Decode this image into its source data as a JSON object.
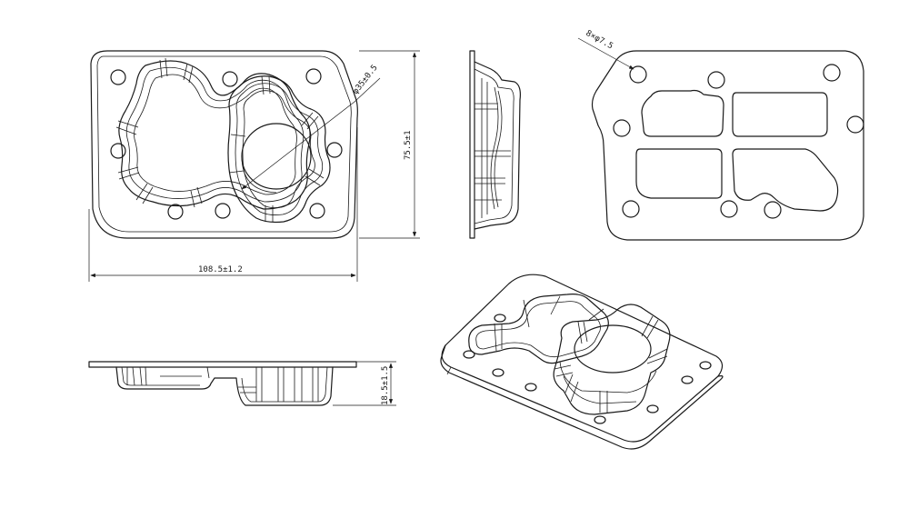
{
  "dimensions": {
    "width": "108.5±1.2",
    "height": "75.5±1",
    "depth": "18.5±1.5",
    "center_hole": "φ35±0.5",
    "bolt_holes": "8×φ7.5"
  },
  "colors": {
    "line": "#1a1a1a",
    "background": "#ffffff"
  }
}
